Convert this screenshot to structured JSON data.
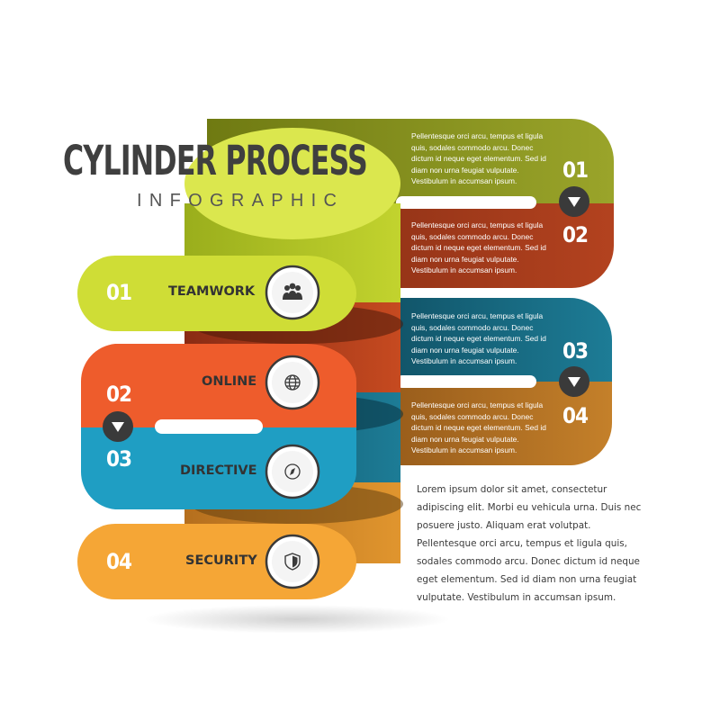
{
  "title": "CYLINDER PROCESS",
  "subtitle": "INFOGRAPHIC",
  "steps": [
    {
      "number": "01",
      "label": "TEAMWORK",
      "icon": "team-icon",
      "color": "#cfdd36"
    },
    {
      "number": "02",
      "label": "ONLINE",
      "icon": "globe-icon",
      "color": "#ee5c2c"
    },
    {
      "number": "03",
      "label": "DIRECTIVE",
      "icon": "compass-icon",
      "color": "#1f9ec3"
    },
    {
      "number": "04",
      "label": "SECURITY",
      "icon": "shield-icon",
      "color": "#f5a636"
    }
  ],
  "right_panels": [
    {
      "number": "01",
      "color": "#9aa42a",
      "text": "Pellentesque orci arcu, tempus et ligula quis, sodales commodo arcu. Donec dictum id neque eget elementum. Sed id diam non urna feugiat vulputate. Vestibulum in accumsan ipsum."
    },
    {
      "number": "02",
      "color": "#b3421f",
      "text": "Pellentesque orci arcu, tempus et ligula quis, sodales commodo arcu. Donec dictum id neque eget elementum. Sed id diam non urna feugiat vulputate. Vestibulum in accumsan ipsum."
    },
    {
      "number": "03",
      "color": "#1d7c96",
      "text": "Pellentesque orci arcu, tempus et ligula quis, sodales commodo arcu. Donec dictum id neque eget elementum. Sed id diam non urna feugiat vulputate. Vestibulum in accumsan ipsum."
    },
    {
      "number": "04",
      "color": "#c4802a",
      "text": "Pellentesque orci arcu, tempus et ligula quis, sodales commodo arcu. Donec dictum id neque eget elementum. Sed id diam non urna feugiat vulputate. Vestibulum in accumsan ipsum."
    }
  ],
  "paragraph": "Lorem ipsum dolor sit amet, consectetur adipiscing elit. Morbi eu vehicula urna. Duis nec posuere justo. Aliquam erat volutpat. Pellentesque orci arcu, tempus et ligula quis, sodales commodo arcu. Donec dictum id neque eget elementum. Sed id diam non urna feugiat vulputate. Vestibulum in accumsan ipsum."
}
